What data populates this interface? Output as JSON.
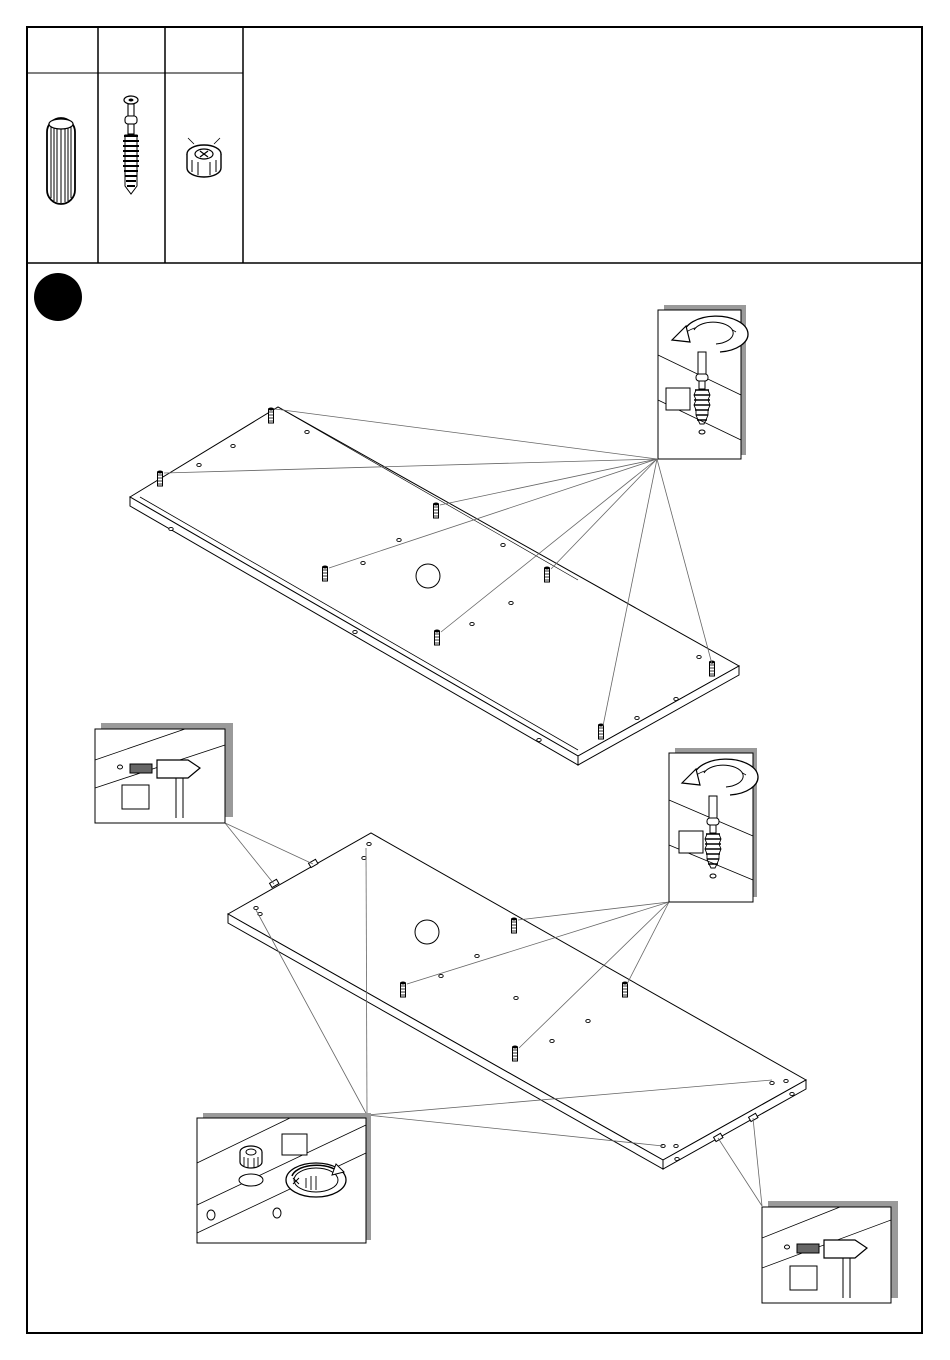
{
  "page": {
    "kind": "assembly-instruction-sheet",
    "step_number": "",
    "parts_table": {
      "columns": [
        {
          "id": "dowel",
          "header": "",
          "icon": "wooden-dowel-icon"
        },
        {
          "id": "cam-bolt",
          "header": "",
          "icon": "cam-bolt-icon"
        },
        {
          "id": "cam-lock",
          "header": "",
          "icon": "cam-lock-icon"
        }
      ],
      "notes": ""
    },
    "callouts": [
      {
        "id": "cam-bolt-screw-in-top",
        "icon": "cam-bolt-screwdriver-icon"
      },
      {
        "id": "dowel-hammer-left",
        "icon": "dowel-hammer-icon"
      },
      {
        "id": "cam-bolt-screw-in-middle",
        "icon": "cam-bolt-screwdriver-icon"
      },
      {
        "id": "cam-lock-insert",
        "icon": "cam-lock-insert-icon"
      },
      {
        "id": "dowel-hammer-right",
        "icon": "dowel-hammer-icon"
      }
    ],
    "colors": {
      "ink": "#000000",
      "leader": "#666666",
      "shadow": "#9a9a9a",
      "step_circle": "#000000"
    }
  }
}
